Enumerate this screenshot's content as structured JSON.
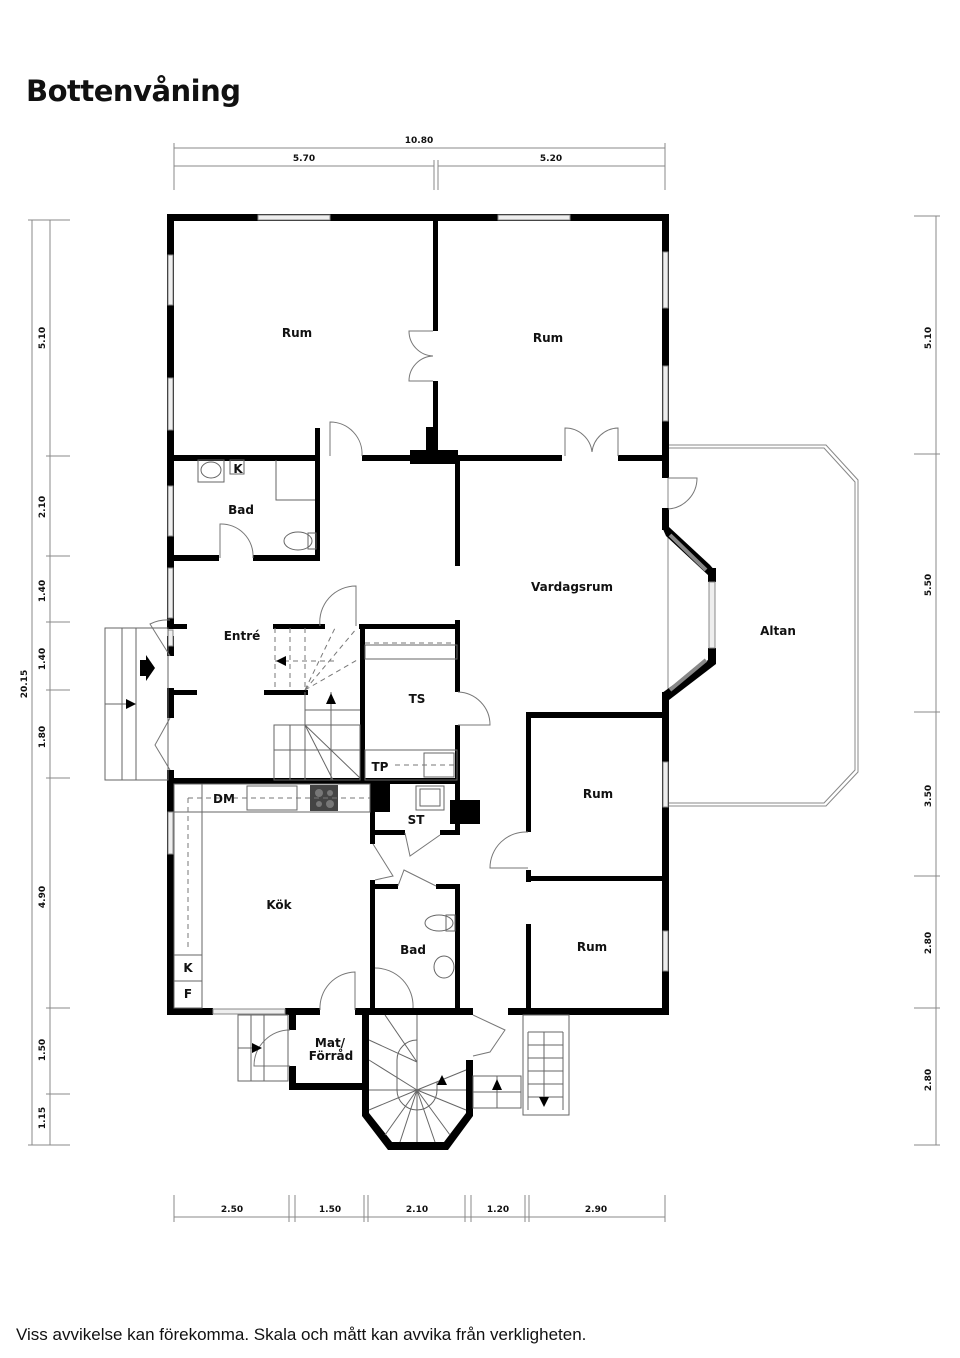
{
  "title": "Bottenvåning",
  "disclaimer": "Viss avvikelse kan förekomma. Skala och mått kan avvika från verkligheten.",
  "dimensions": {
    "top_total": "10.80",
    "top_segments": [
      "5.70",
      "5.20"
    ],
    "left_total": "20.15",
    "left_segments": [
      "5.10",
      "2.10",
      "1.40",
      "1.40",
      "1.80",
      "4.90",
      "1.50",
      "1.15"
    ],
    "right_segments": [
      "5.10",
      "5.50",
      "3.50",
      "2.80",
      "2.80"
    ],
    "bottom_segments": [
      "2.50",
      "1.50",
      "2.10",
      "1.20",
      "2.90"
    ]
  },
  "rooms": {
    "rum_nw": "Rum",
    "rum_ne": "Rum",
    "bad_upper": "Bad",
    "bad_upper_k": "K",
    "vardagsrum": "Vardagsrum",
    "altan": "Altan",
    "entre": "Entré",
    "ts": "TS",
    "tp": "TP",
    "dm": "DM",
    "st": "ST",
    "rum_e1": "Rum",
    "kok": "Kök",
    "kok_k": "K",
    "kok_f": "F",
    "bad_lower": "Bad",
    "rum_e2": "Rum",
    "mat_line1": "Mat/",
    "mat_line2": "Förråd"
  }
}
